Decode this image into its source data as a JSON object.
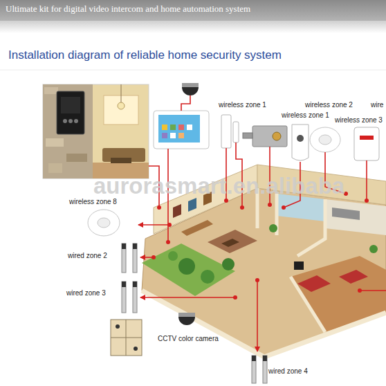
{
  "diagram": {
    "title": "Installation diagram of reliable home security system",
    "labels": [
      "Ultimate kit for digital video intercom and home automation system",
      "aurorasmart.en.alibaba",
      "wireless zone 1",
      "wireless zone 2",
      "wire",
      "wireless zone 1",
      "wireless zone 3",
      "wireless zone 8",
      "wired zone 2",
      "wired zone 3",
      "CCTV color camera",
      "wired zone 4"
    ]
  }
}
